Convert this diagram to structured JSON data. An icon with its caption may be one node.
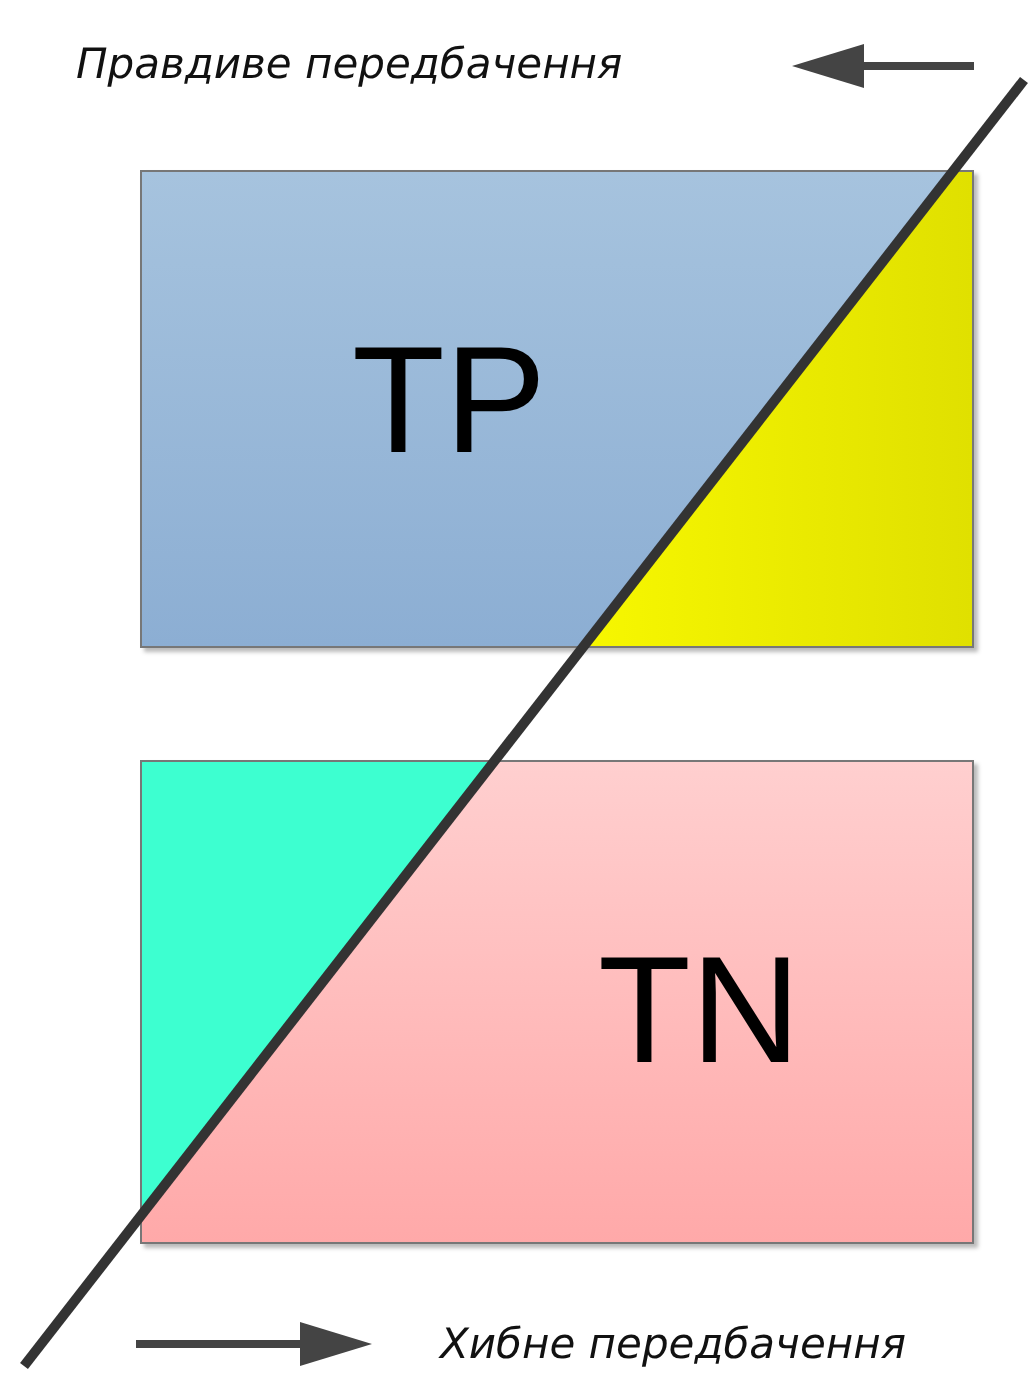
{
  "diagram": {
    "nodes": [
      {
        "text": [
          "TP"
        ]
      },
      {
        "text": [
          "TN"
        ]
      }
    ],
    "labels": [
      "Правдиве передбачення",
      "Хибне передбачення"
    ]
  }
}
